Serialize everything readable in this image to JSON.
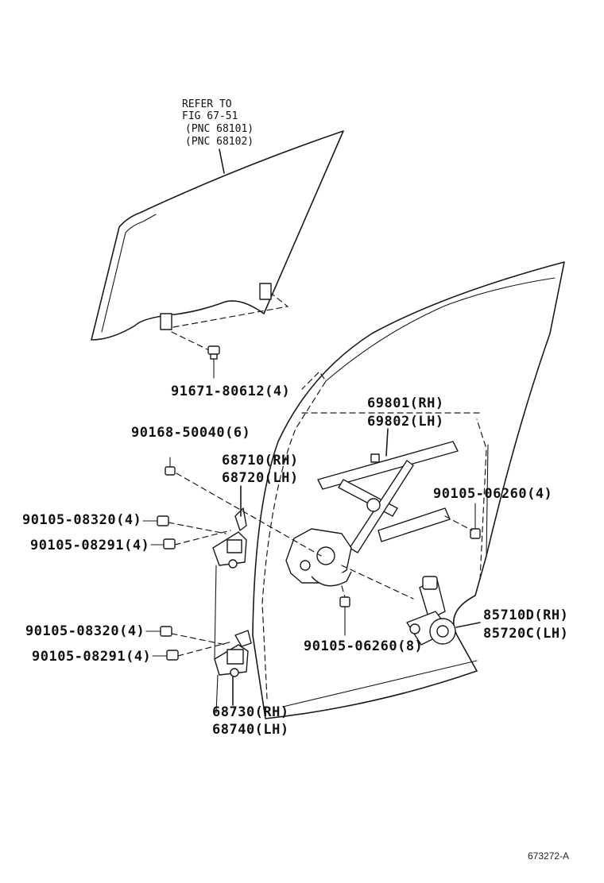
{
  "reference_note": {
    "line1": "REFER TO",
    "line2": "FIG 67-51",
    "line3": "(PNC 68101)",
    "line4": "(PNC 68102)"
  },
  "labels": {
    "clip_glass": "91671-80612(4)",
    "regulator_rh": "69801(RH)",
    "regulator_lh": "69802(LH)",
    "bolt_50040": "90168-50040(6)",
    "hinge_upper_rh": "68710(RH)",
    "hinge_upper_lh": "68720(LH)",
    "bolt_06260_right": "90105-06260(4)",
    "bolt_08320_upper": "90105-08320(4)",
    "bolt_08291_upper": "90105-08291(4)",
    "motor_rh": "85710D(RH)",
    "motor_lh": "85720C(LH)",
    "bolt_08320_lower": "90105-08320(4)",
    "bolt_08291_lower": "90105-08291(4)",
    "bolt_06260_lower": "90105-06260(8)",
    "hinge_lower_rh": "68730(RH)",
    "hinge_lower_lh": "68740(LH)"
  },
  "figure_code": "673272-A"
}
